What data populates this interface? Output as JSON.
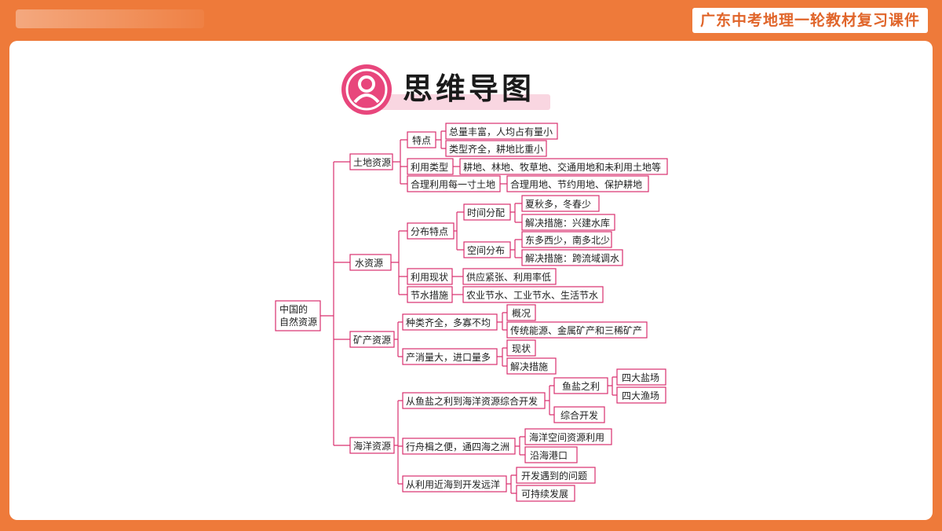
{
  "header": {
    "course_title": "广东中考地理一轮教材复习课件"
  },
  "title": "思维导图",
  "mindmap": {
    "root": "中国的|自然资源",
    "land": {
      "label": "土地资源",
      "feature": "特点",
      "feature_items": [
        "总量丰富，人均占有量小",
        "类型齐全，耕地比重小"
      ],
      "use_type": "利用类型",
      "use_type_item": "耕地、林地、牧草地、交通用地和未利用土地等",
      "rational": "合理利用每一寸土地",
      "rational_item": "合理用地、节约用地、保护耕地"
    },
    "water": {
      "label": "水资源",
      "distribution": "分布特点",
      "time": "时间分配",
      "time_items": [
        "夏秋多，冬春少",
        "解决措施：兴建水库"
      ],
      "space": "空间分布",
      "space_items": [
        "东多西少，南多北少",
        "解决措施：跨流域调水"
      ],
      "status": "利用现状",
      "status_item": "供应紧张、利用率低",
      "saving": "节水措施",
      "saving_item": "农业节水、工业节水、生活节水"
    },
    "mineral": {
      "label": "矿产资源",
      "variety": "种类齐全，多寡不均",
      "variety_items": [
        "概况",
        "传统能源、金属矿产和三稀矿产"
      ],
      "consumption": "产消量大，进口量多",
      "consumption_items": [
        "现状",
        "解决措施"
      ]
    },
    "ocean": {
      "label": "海洋资源",
      "fish_salt_dev": "从鱼盐之利到海洋资源综合开发",
      "fish_salt": "鱼盐之利",
      "fish_salt_items": [
        "四大盐场",
        "四大渔场"
      ],
      "comprehensive": "综合开发",
      "shipping": "行舟楫之便，通四海之洲",
      "shipping_items": [
        "海洋空间资源利用",
        "沿海港口"
      ],
      "far_sea": "从利用近海到开发远洋",
      "far_sea_items": [
        "开发遇到的问题",
        "可持续发展"
      ]
    }
  },
  "colors": {
    "accent": "#d9306f",
    "frame": "#ee7a3a",
    "title_strip": "#f9d6e1"
  }
}
